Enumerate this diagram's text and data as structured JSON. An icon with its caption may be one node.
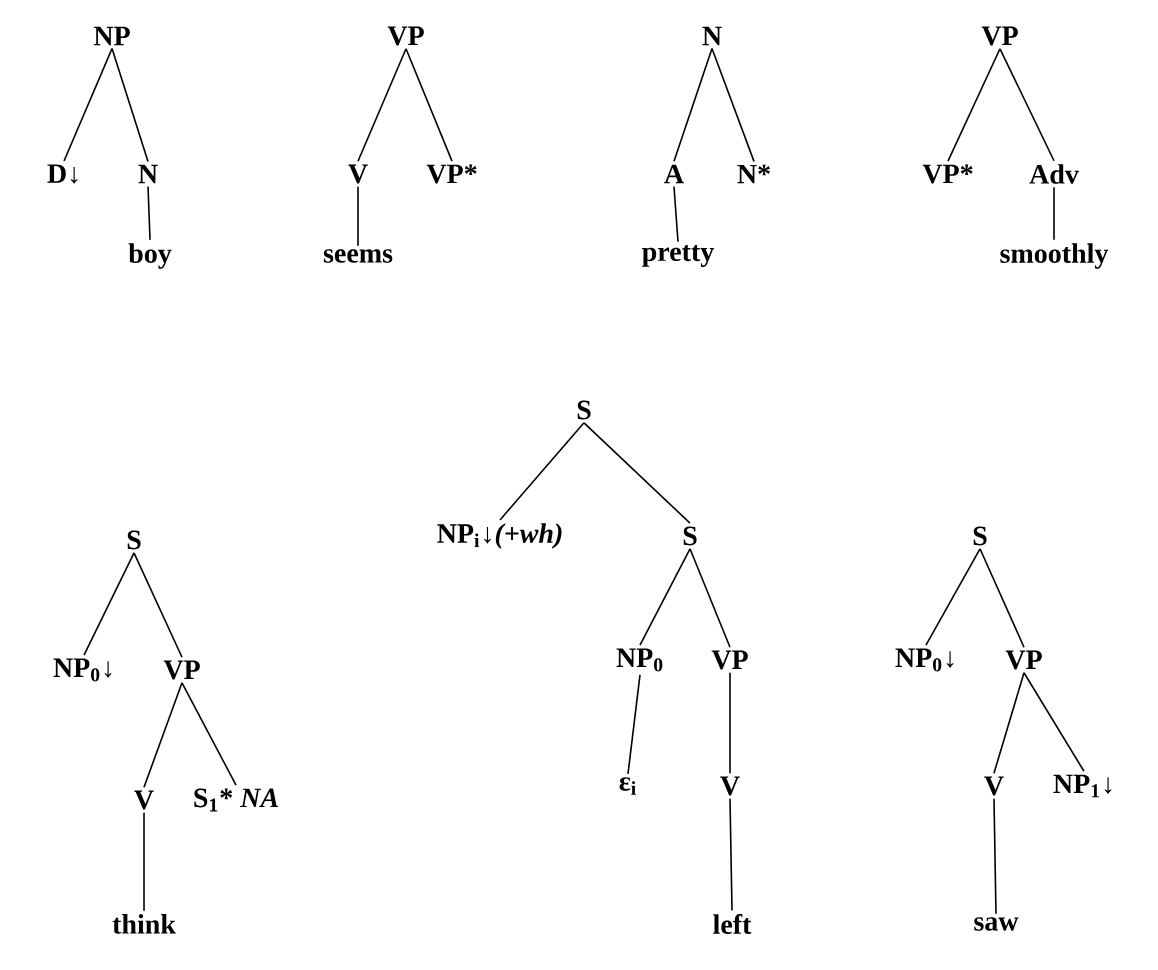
{
  "diagram": {
    "nodes": [
      {
        "text": [
          "NP"
        ]
      },
      {
        "text": [
          "D↓"
        ]
      },
      {
        "text": [
          "N"
        ]
      },
      {
        "text": [
          "boy"
        ]
      },
      {
        "text": [
          "VP"
        ]
      },
      {
        "text": [
          "V"
        ]
      },
      {
        "text": [
          "VP*"
        ]
      },
      {
        "text": [
          "seems"
        ]
      },
      {
        "text": [
          "N"
        ]
      },
      {
        "text": [
          "A"
        ]
      },
      {
        "text": [
          "N*"
        ]
      },
      {
        "text": [
          "pretty"
        ]
      },
      {
        "text": [
          "VP"
        ]
      },
      {
        "text": [
          "VP*"
        ]
      },
      {
        "text": [
          "Adv"
        ]
      },
      {
        "text": [
          "smoothly"
        ]
      },
      {
        "text": [
          "S"
        ]
      },
      {
        "text": [
          "NP$_{i}$↓*(+wh)*"
        ]
      },
      {
        "text": [
          "S"
        ]
      },
      {
        "text": [
          "NP$_{0}$"
        ]
      },
      {
        "text": [
          "VP"
        ]
      },
      {
        "text": [
          "ε$_{i}$"
        ]
      },
      {
        "text": [
          "V"
        ]
      },
      {
        "text": [
          "left"
        ]
      },
      {
        "text": [
          "S"
        ]
      },
      {
        "text": [
          "NP$_{0}$↓"
        ]
      },
      {
        "text": [
          "VP"
        ]
      },
      {
        "text": [
          "V"
        ]
      },
      {
        "text": [
          "S$_{1}$* *NA*"
        ]
      },
      {
        "text": [
          "think"
        ]
      },
      {
        "text": [
          "S"
        ]
      },
      {
        "text": [
          "NP$_{0}$↓"
        ]
      },
      {
        "text": [
          "VP"
        ]
      },
      {
        "text": [
          "V"
        ]
      },
      {
        "text": [
          "NP$_{1}$↓"
        ]
      },
      {
        "text": [
          "saw"
        ]
      }
    ],
    "edges": [
      {
        "from": 0,
        "to": 1,
        "arrow": "none"
      },
      {
        "from": 0,
        "to": 2,
        "arrow": "none"
      },
      {
        "from": 2,
        "to": 3,
        "arrow": "none"
      },
      {
        "from": 4,
        "to": 5,
        "arrow": "none"
      },
      {
        "from": 4,
        "to": 6,
        "arrow": "none"
      },
      {
        "from": 5,
        "to": 7,
        "arrow": "none"
      },
      {
        "from": 8,
        "to": 9,
        "arrow": "none"
      },
      {
        "from": 8,
        "to": 10,
        "arrow": "none"
      },
      {
        "from": 9,
        "to": 11,
        "arrow": "none"
      },
      {
        "from": 12,
        "to": 13,
        "arrow": "none"
      },
      {
        "from": 12,
        "to": 14,
        "arrow": "none"
      },
      {
        "from": 14,
        "to": 15,
        "arrow": "none"
      },
      {
        "from": 16,
        "to": 17,
        "arrow": "none"
      },
      {
        "from": 16,
        "to": 18,
        "arrow": "none"
      },
      {
        "from": 18,
        "to": 19,
        "arrow": "none"
      },
      {
        "from": 18,
        "to": 20,
        "arrow": "none"
      },
      {
        "from": 19,
        "to": 21,
        "arrow": "none"
      },
      {
        "from": 20,
        "to": 22,
        "arrow": "none"
      },
      {
        "from": 22,
        "to": 23,
        "arrow": "none"
      },
      {
        "from": 24,
        "to": 25,
        "arrow": "none"
      },
      {
        "from": 24,
        "to": 26,
        "arrow": "none"
      },
      {
        "from": 26,
        "to": 27,
        "arrow": "none"
      },
      {
        "from": 26,
        "to": 28,
        "arrow": "none"
      },
      {
        "from": 27,
        "to": 29,
        "arrow": "none"
      },
      {
        "from": 30,
        "to": 31,
        "arrow": "none"
      },
      {
        "from": 30,
        "to": 32,
        "arrow": "none"
      },
      {
        "from": 32,
        "to": 33,
        "arrow": "none"
      },
      {
        "from": 32,
        "to": 34,
        "arrow": "none"
      },
      {
        "from": 33,
        "to": 35,
        "arrow": "none"
      }
    ]
  }
}
